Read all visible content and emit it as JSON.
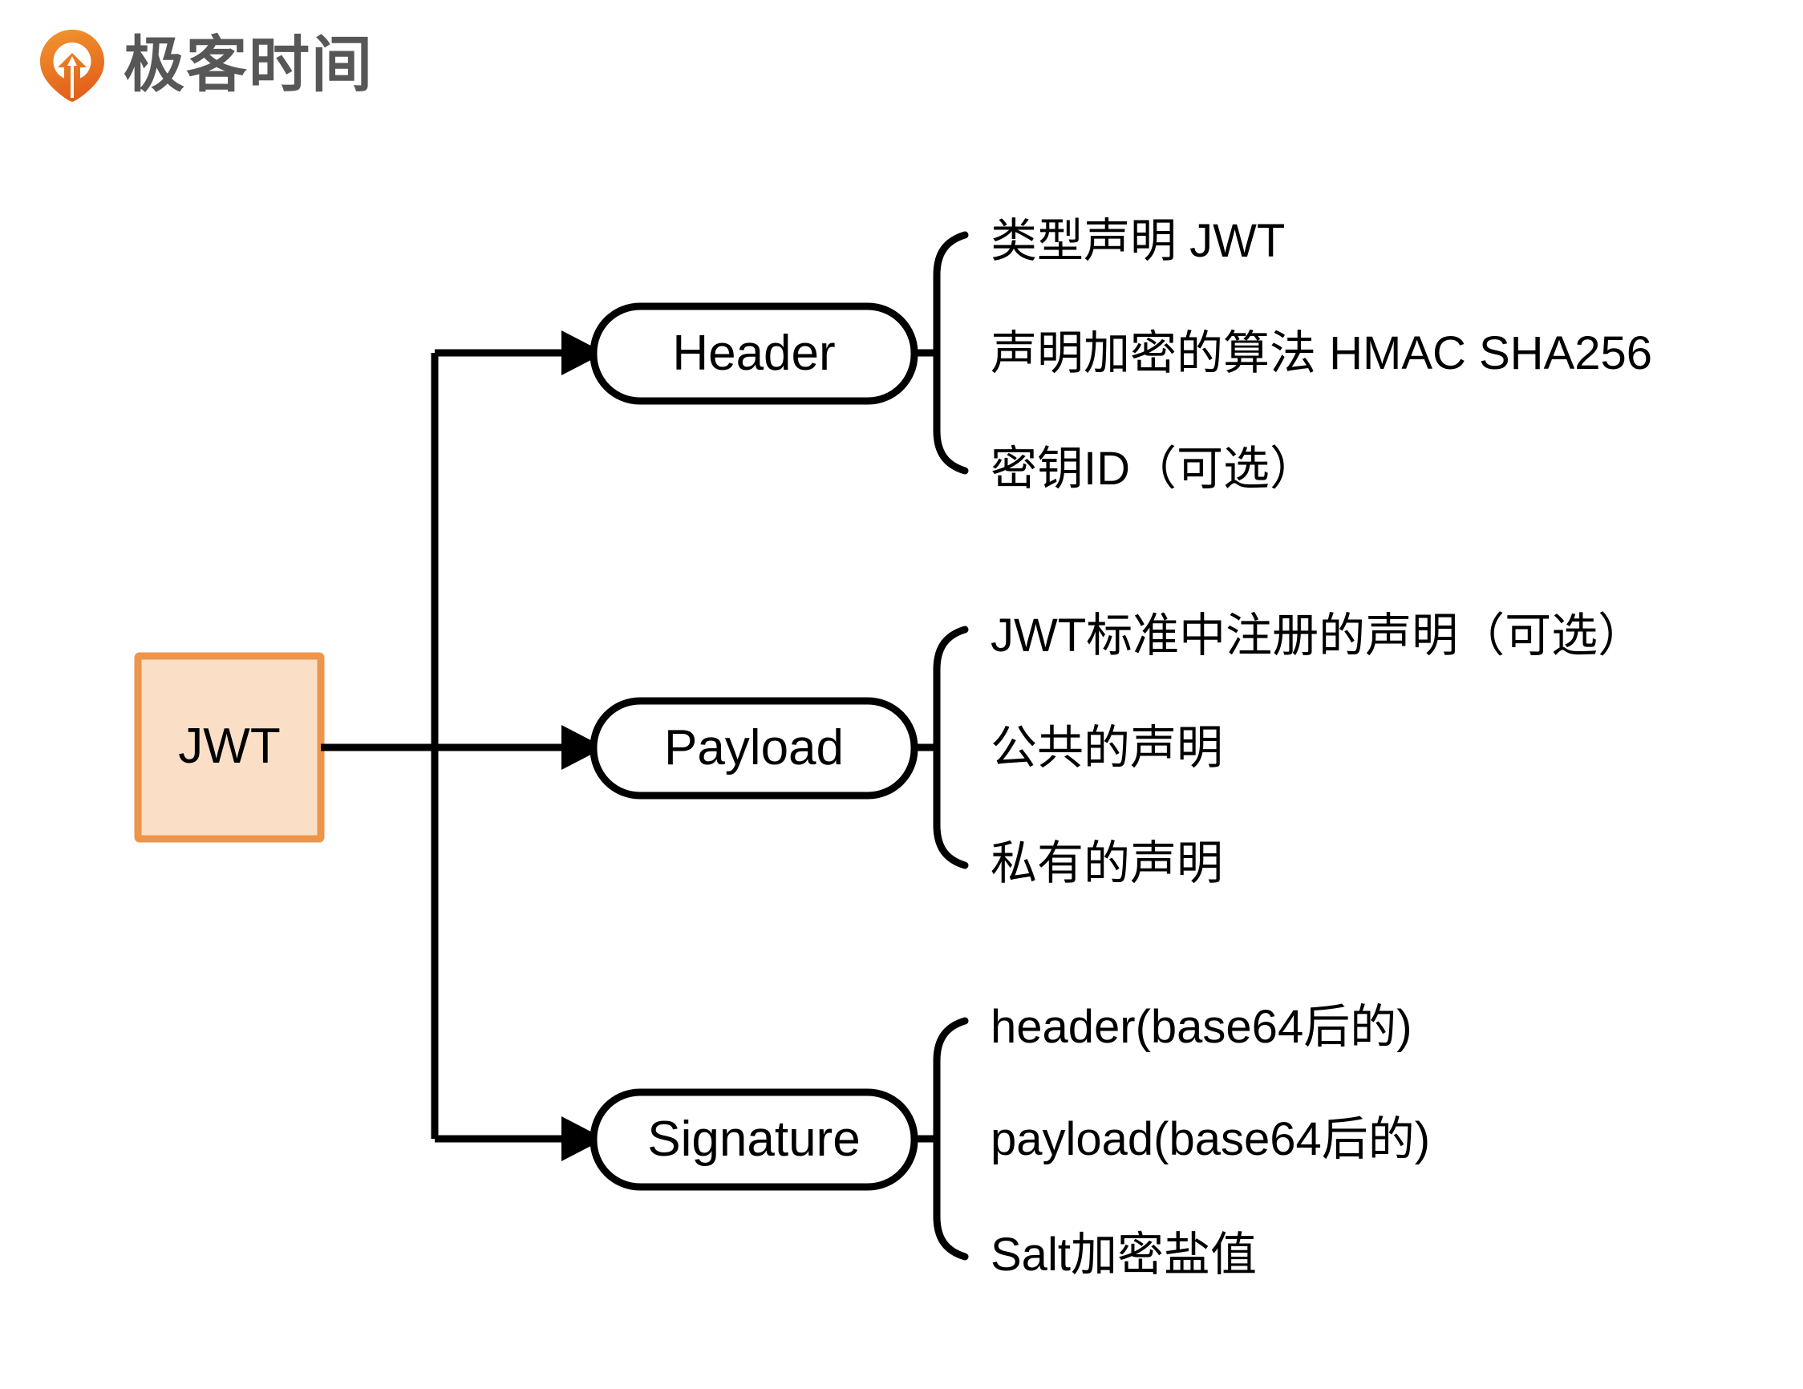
{
  "brand": {
    "name": "极客时间",
    "logo_icon": "geektime-pin-icon",
    "logo_color_start": "#F0922F",
    "logo_color_end": "#E8621B",
    "text_color": "#575757"
  },
  "diagram": {
    "type": "tree",
    "orientation": "left-to-right",
    "root": {
      "label": "JWT",
      "shape": "rectangle",
      "fill": "#FADFC6",
      "stroke": "#ED954A"
    },
    "branches": [
      {
        "label": "Header",
        "shape": "rounded-rectangle",
        "fill": "#FFFFFF",
        "stroke": "#000000",
        "leaves": [
          "类型声明 JWT",
          "声明加密的算法 HMAC SHA256",
          "密钥ID（可选）"
        ]
      },
      {
        "label": "Payload",
        "shape": "rounded-rectangle",
        "fill": "#FFFFFF",
        "stroke": "#000000",
        "leaves": [
          "JWT标准中注册的声明（可选）",
          "公共的声明",
          "私有的声明"
        ]
      },
      {
        "label": "Signature",
        "shape": "rounded-rectangle",
        "fill": "#FFFFFF",
        "stroke": "#000000",
        "leaves": [
          "header(base64后的)",
          "payload(base64后的)",
          "Salt加密盐值"
        ]
      }
    ],
    "connector_style": "orthogonal-arrows-with-curly-braces",
    "line_color": "#000000"
  }
}
